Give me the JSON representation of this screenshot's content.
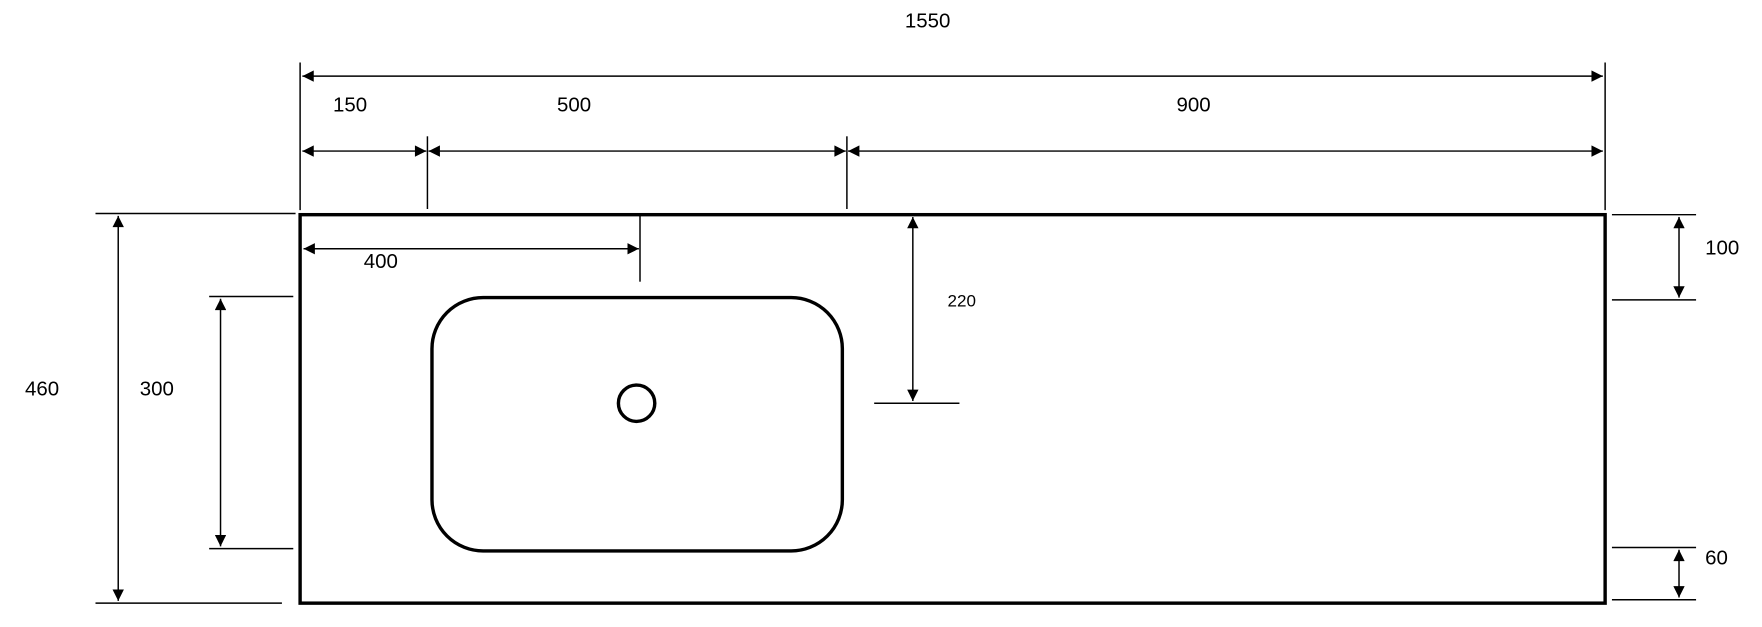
{
  "title": "Countertop with sink - dimension drawing",
  "dimensions": {
    "overall_width": "1550",
    "left_offset": "150",
    "sink_width": "500",
    "right_section": "900",
    "drain_offset": "400",
    "drain_depth": "220",
    "overall_depth": "460",
    "sink_depth": "300",
    "back_margin": "100",
    "front_margin": "60"
  },
  "colors": {
    "line": "#000000",
    "background": "#ffffff"
  }
}
